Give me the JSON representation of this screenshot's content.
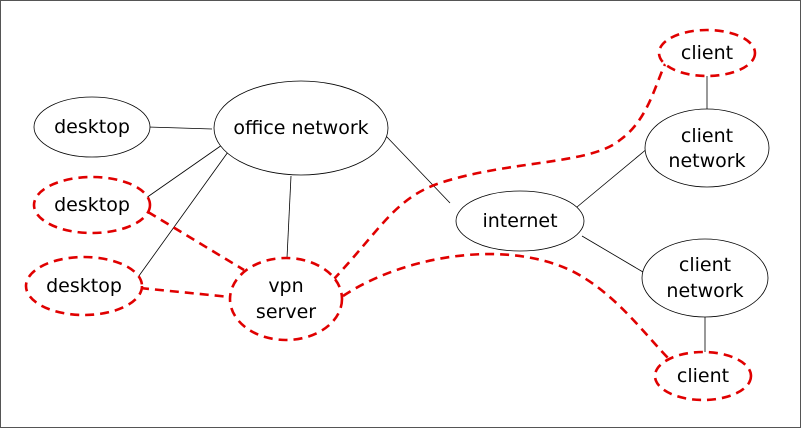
{
  "colors": {
    "line": "#000000",
    "vpn_tunnel": "#e00000",
    "background": "#ffffff"
  },
  "nodes": {
    "desktop_1": {
      "lines": [
        "desktop"
      ]
    },
    "desktop_2": {
      "lines": [
        "desktop"
      ]
    },
    "desktop_3": {
      "lines": [
        "desktop"
      ]
    },
    "office_network": {
      "lines": [
        "office network"
      ]
    },
    "vpn_server": {
      "lines": [
        "vpn",
        "server"
      ]
    },
    "internet": {
      "lines": [
        "internet"
      ]
    },
    "client_network_1": {
      "lines": [
        "client",
        "network"
      ]
    },
    "client_network_2": {
      "lines": [
        "client",
        "network"
      ]
    },
    "client_1": {
      "lines": [
        "client"
      ]
    },
    "client_2": {
      "lines": [
        "client"
      ]
    }
  },
  "edges": [
    {
      "from": "desktop_1",
      "to": "office_network",
      "style": "solid"
    },
    {
      "from": "desktop_2",
      "to": "office_network",
      "style": "solid"
    },
    {
      "from": "desktop_3",
      "to": "office_network",
      "style": "solid"
    },
    {
      "from": "vpn_server",
      "to": "office_network",
      "style": "solid"
    },
    {
      "from": "office_network",
      "to": "internet",
      "style": "solid"
    },
    {
      "from": "internet",
      "to": "client_network_1",
      "style": "solid"
    },
    {
      "from": "internet",
      "to": "client_network_2",
      "style": "solid"
    },
    {
      "from": "client_1",
      "to": "client_network_1",
      "style": "solid"
    },
    {
      "from": "client_2",
      "to": "client_network_2",
      "style": "solid"
    },
    {
      "from": "desktop_2",
      "to": "vpn_server",
      "style": "vpn-tunnel"
    },
    {
      "from": "desktop_3",
      "to": "vpn_server",
      "style": "vpn-tunnel"
    },
    {
      "from": "vpn_server",
      "to": "client_1",
      "style": "vpn-tunnel"
    },
    {
      "from": "vpn_server",
      "to": "client_2",
      "style": "vpn-tunnel"
    }
  ]
}
